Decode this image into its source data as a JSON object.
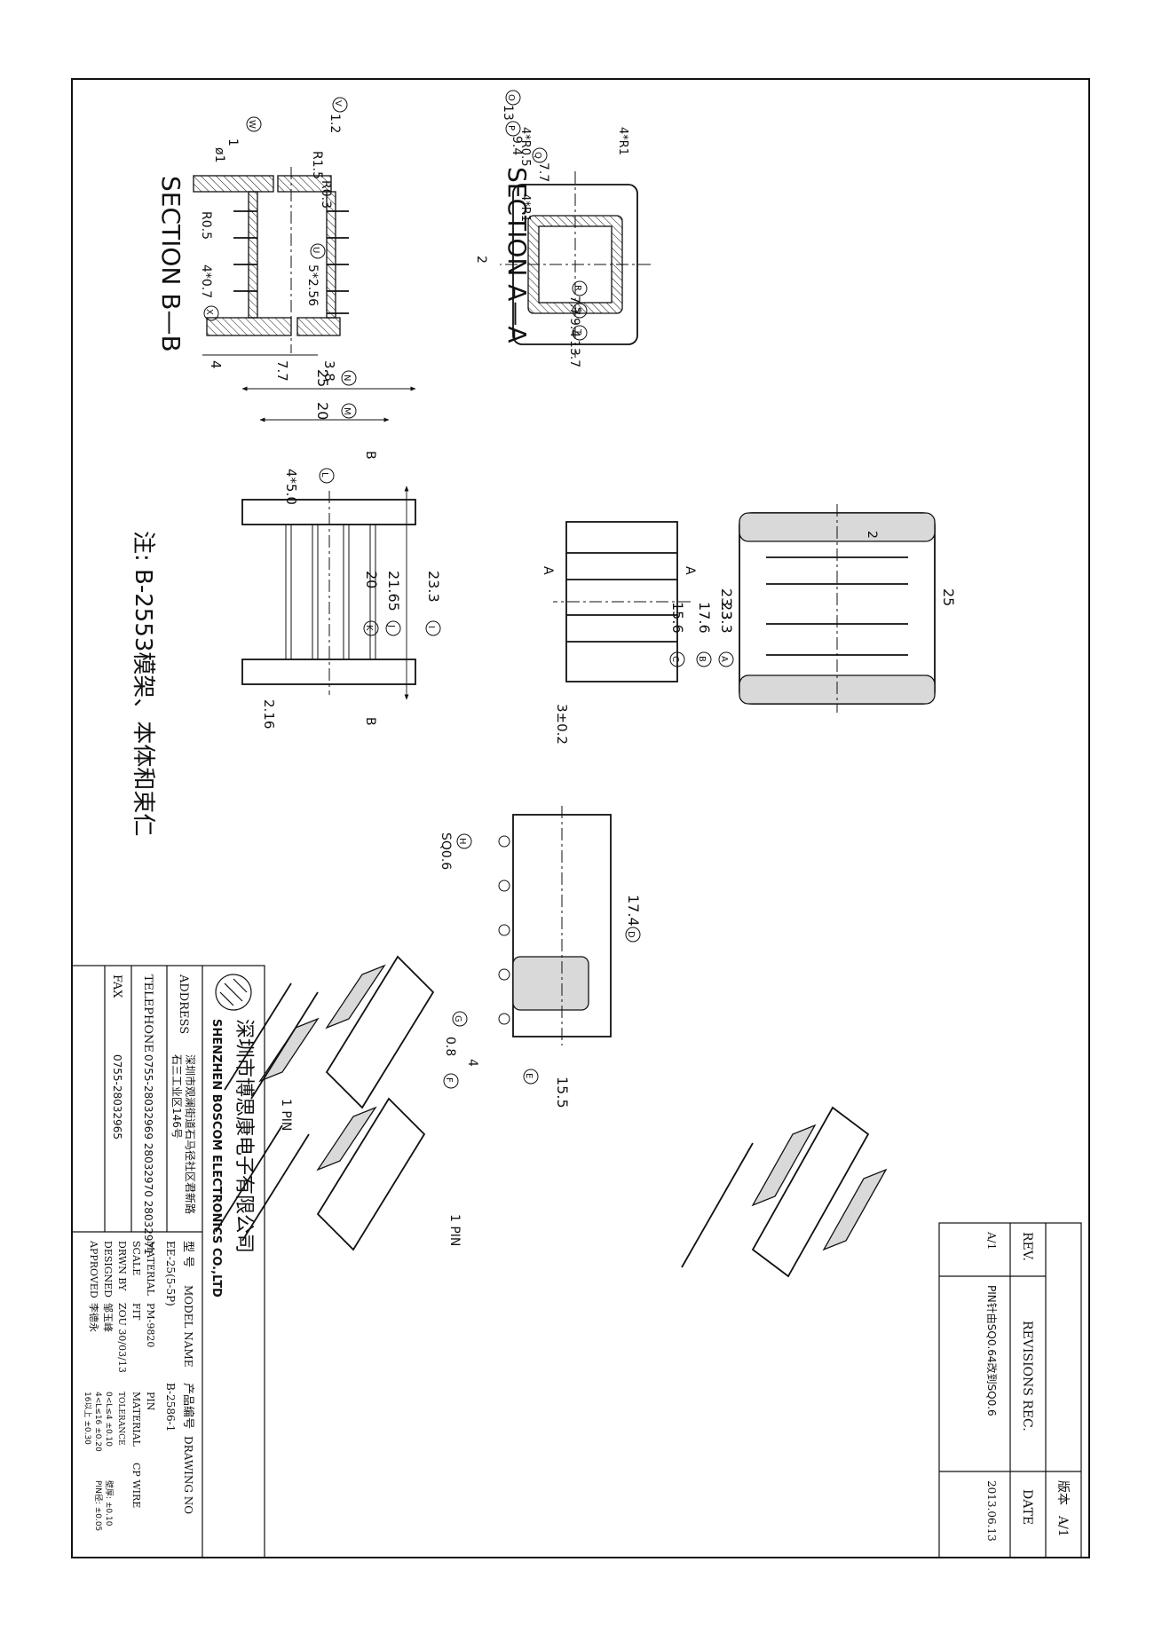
{
  "section_labels": {
    "a_a": "SECTION A—A",
    "b_b": "SECTION B—B"
  },
  "section_a": {
    "o": "13",
    "p": "9.4",
    "q": "7.7",
    "r": "7.7",
    "s": "9.4",
    "t": "13.7",
    "corner_outer": "4*R1",
    "corner_inner": "4*R0.5",
    "corner_inner2": "4*R1",
    "gap": "2"
  },
  "section_b": {
    "w": "1",
    "v": "1.2",
    "phi": "ø1",
    "r15": "R1.5",
    "r03": "R0.3",
    "r05": "R0.5",
    "u": "5*2.56",
    "x": "4*0.7",
    "b1": "4",
    "b2": "7.7",
    "b3": "3.8"
  },
  "top_view": {
    "n": "25",
    "m": "20",
    "l": "4*5.0",
    "i": "23.3",
    "j": "21.65",
    "k": "20",
    "pitch": "2.16",
    "cut": "B",
    "cut_letter": "A"
  },
  "front_view": {
    "a": "23.3",
    "b": "17.6",
    "c": "15.6",
    "pin": "3±0.2"
  },
  "side_view": {
    "width": "25",
    "height": "23.3",
    "step": "2"
  },
  "bottom_view": {
    "d": "17.4",
    "e": "15.5",
    "f": "4",
    "g": "0.8",
    "h": "SQ0.6"
  },
  "markers": {
    "a": "A",
    "b": "B",
    "c": "C",
    "d": "D",
    "e": "E",
    "f": "F",
    "g": "G",
    "h": "H",
    "i": "I",
    "j": "J",
    "k": "K",
    "l": "L",
    "m": "M",
    "n": "N",
    "o": "O",
    "p": "P",
    "q": "Q",
    "r": "R",
    "s": "S",
    "t": "T",
    "u": "U",
    "v": "V",
    "w": "W",
    "x": "X"
  },
  "iso_labels": {
    "pin1": "1 PIN",
    "pin1b": "1 PIN"
  },
  "note": "注: B-2553模架、本体和束仁",
  "title_block": {
    "company_cn": "深圳市博思康电子有限公司",
    "company_en": "SHENZHEN BOSCOM ELECTRONICS CO.,LTD",
    "address_label": "ADDRESS",
    "address_value_1": "深圳市观澜街道石马径社区君新路",
    "address_value_2": "石三工业区146号",
    "telephone_label": "TELEPHONE",
    "telephone_value": "0755-28032969 28032970 28032971",
    "fax_label": "FAX",
    "fax_value": "0755-28032965",
    "model_name_cn": "型 号",
    "model_name_label": "MODEL NAME",
    "model_name_value": "EE-25(5-5P)",
    "drawing_no_cn": "产品编号",
    "drawing_no_label": "DRAWING NO",
    "drawing_no_value": "B-2586-1",
    "material_label": "MATERIAL",
    "material_value": "PM-9820",
    "scale_label": "SCALE",
    "scale_value": "FIT",
    "drwn_label": "DRWN BY",
    "drwn_value": "ZOU 30/03/13",
    "designed_label": "DESIGNED",
    "designed_value": "邹玉峰",
    "approved_label": "APPROVED",
    "approved_value": "李德永",
    "pin_label": "PIN",
    "pin_material_label": "MATERIAL",
    "pin_material_value": "CP WIRE",
    "tolerance_label": "TOLERANCE",
    "tol_1": "0<L≤4  ±0.10",
    "tol_2": "4<L≤16 ±0.20",
    "tol_3": "16以上  ±0.30",
    "tol_4": "壁厚: ±0.10",
    "tol_5": "PIN径: ±0.05"
  },
  "revisions": {
    "header_cn": "版本",
    "header_value": "A/1",
    "rev_label": "REV.",
    "rec_label": "REVISIONS REC.",
    "date_label": "DATE",
    "rows": [
      {
        "rev": "A/1",
        "rec": "PIN针由SQ0.64改到SQ0.6",
        "date": "2013.06.13"
      }
    ]
  }
}
